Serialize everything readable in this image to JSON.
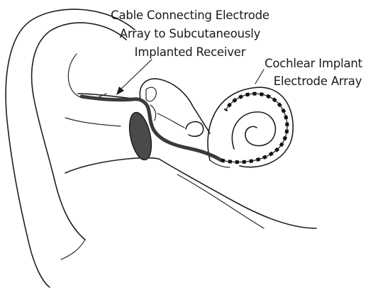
{
  "labels": {
    "cable": {
      "line1": "Cable Connecting Electrode",
      "line2": "Array to Subcutaneously",
      "line3": "Implanted Receiver"
    },
    "electrode_array": {
      "line1": "Cochlear Implant",
      "line2": "Electrode Array"
    }
  },
  "colors": {
    "outline": "#1e1e1e",
    "cable": "#3a3a3a",
    "eardrum": "#4a4a4a",
    "background": "#ffffff"
  }
}
